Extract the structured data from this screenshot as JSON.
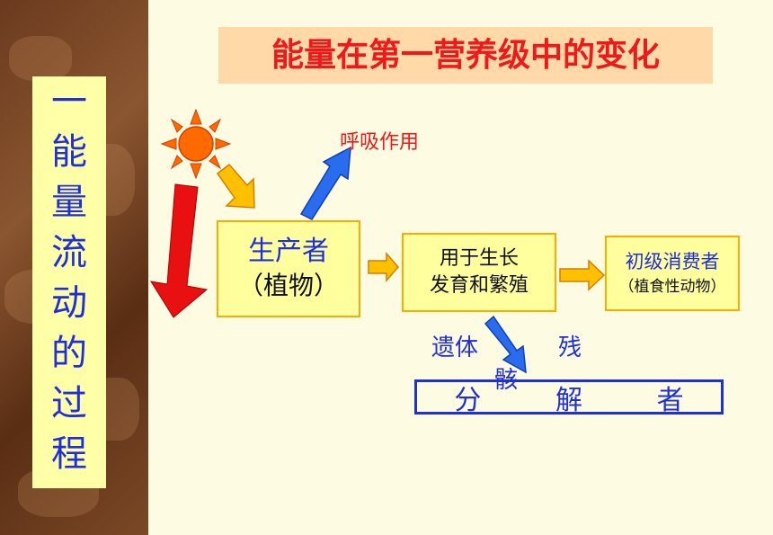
{
  "title": "能量在第一营养级中的变化",
  "side_title": [
    "一",
    "能",
    "量",
    "流",
    "动",
    "的",
    "过",
    "程"
  ],
  "nodes": {
    "producer": {
      "line1": "生产者",
      "line2": "（植物）"
    },
    "growth": {
      "line1": "用于生长",
      "line2": "发育和繁殖"
    },
    "consumer": {
      "line1": "初级消费者",
      "line2": "（植食性动物）"
    },
    "decomposer": [
      "分",
      "解",
      "者"
    ]
  },
  "labels": {
    "respiration": "呼吸作用",
    "remains_1": "遗体",
    "remains_2": "残",
    "remains_3": "骸"
  },
  "colors": {
    "title_text": "#f01818",
    "title_bg": "#ffd9a8",
    "blue_text": "#2030d8",
    "box_fill": "#ffff9e",
    "box_border": "#ffaa00",
    "sun": "#ff6a00",
    "red_arrow": "#e81010",
    "blue_arrow": "#2a6cf0",
    "orange_arrow": "#ffb000"
  },
  "icons": [
    "sun-icon",
    "sunlight-arrow",
    "respiration-arrow",
    "energy-loss-arrow",
    "flow-arrow"
  ]
}
